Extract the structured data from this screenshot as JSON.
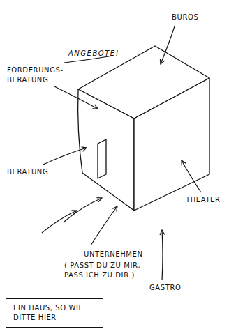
{
  "diagram": {
    "title": "ANGEBOTE!",
    "nodes": [
      {
        "text": [
          "EIN HAUS, SO WIE DITTE HIER"
        ]
      }
    ],
    "labels": [
      "BÜROS",
      "FÖRDERUNGS- BERATUNG",
      "BERATUNG",
      "THEATER",
      "UNTERNEHMEN",
      "( PASST DU ZU MIR, PASS ICH ZU DIR )",
      "GASTRO"
    ]
  }
}
